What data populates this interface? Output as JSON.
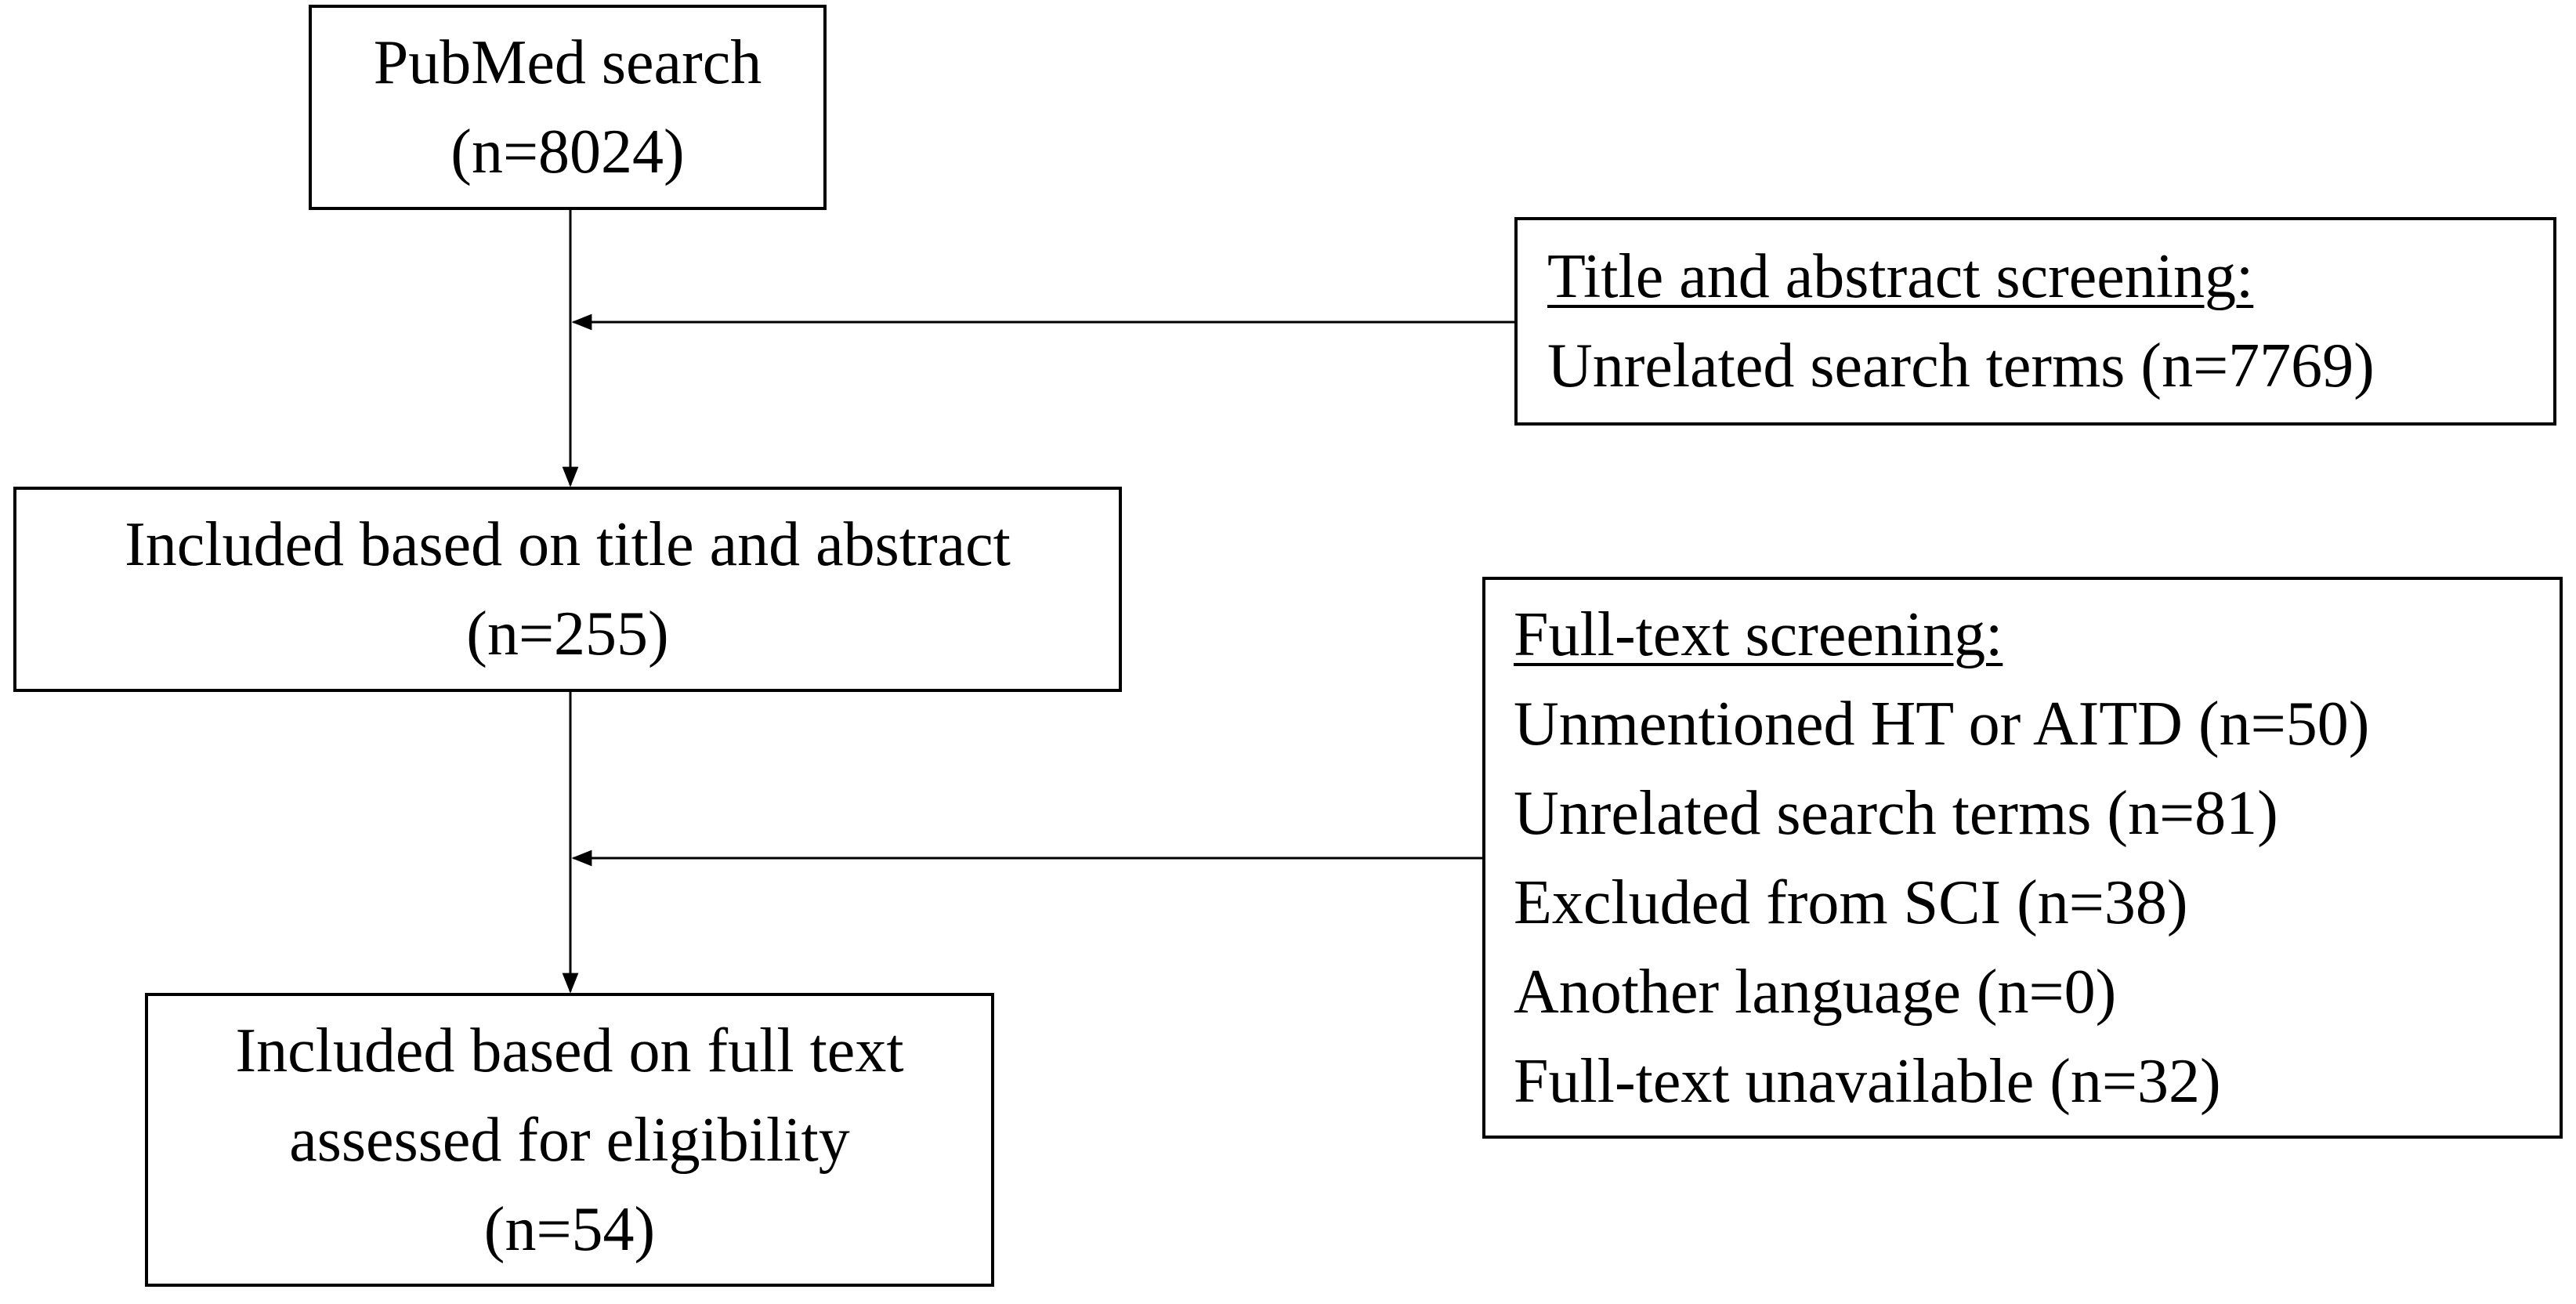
{
  "boxes": {
    "pubmed": {
      "lines": [
        "PubMed search",
        "(n=8024)"
      ]
    },
    "title_abstract_screening": {
      "header": "Title and abstract screening:",
      "items": [
        "Unrelated search terms (n=7769)"
      ]
    },
    "included_title_abstract": {
      "lines": [
        "Included based on title and abstract",
        "(n=255)"
      ]
    },
    "fulltext_screening": {
      "header": "Full-text screening:",
      "items": [
        "Unmentioned HT or AITD (n=50)",
        "Unrelated search terms (n=81)",
        "Excluded from SCI (n=38)",
        "Another language (n=0)",
        "Full-text unavailable (n=32)"
      ]
    },
    "included_fulltext": {
      "lines": [
        "Included based on full text",
        "assessed for eligibility",
        "(n=54)"
      ]
    }
  }
}
